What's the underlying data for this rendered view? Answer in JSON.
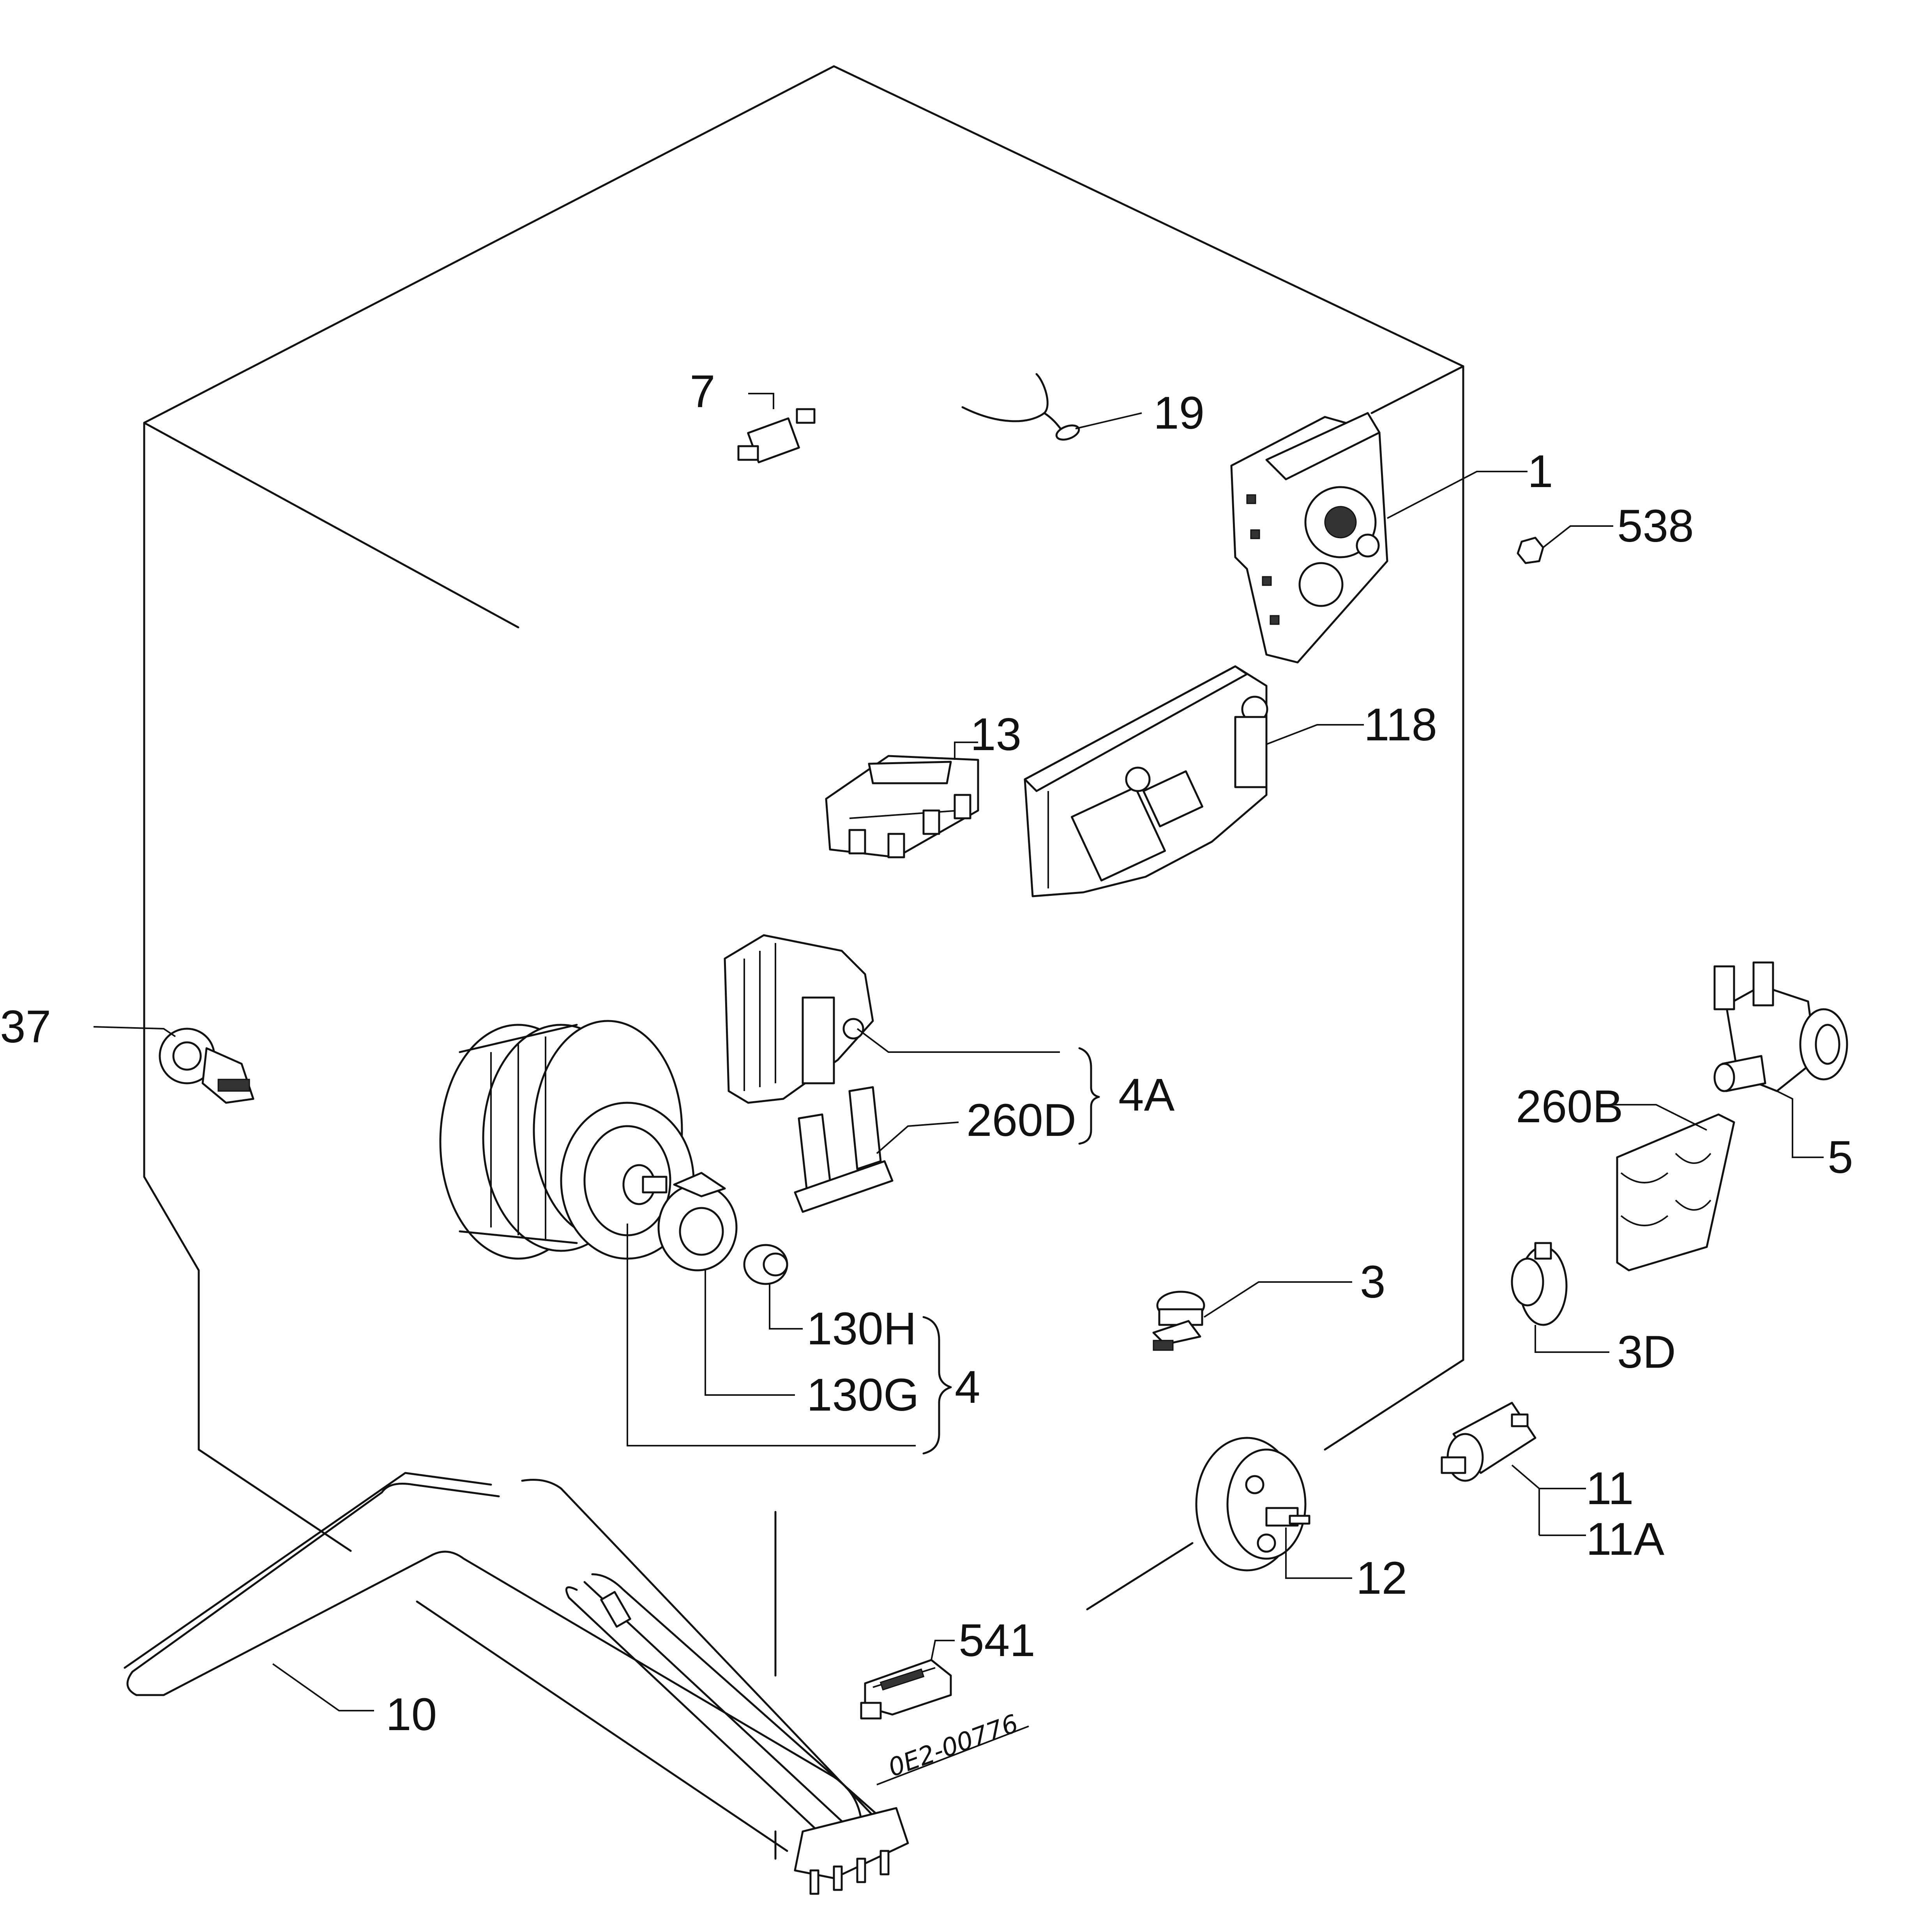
{
  "labels": {
    "p1": "1",
    "p538": "538",
    "p7": "7",
    "p19": "19",
    "p13": "13",
    "p118": "118",
    "p37": "37",
    "p4A": "4A",
    "p260D": "260D",
    "p260B": "260B",
    "p5": "5",
    "p3": "3",
    "p3D": "3D",
    "p130H": "130H",
    "p130G": "130G",
    "p4": "4",
    "p11": "11",
    "p11A": "11A",
    "p12": "12",
    "p541": "541",
    "p10": "10"
  },
  "drawing_ref": "0E2-00776",
  "colors": {
    "ink": "#111111",
    "paper": "#ffffff"
  }
}
